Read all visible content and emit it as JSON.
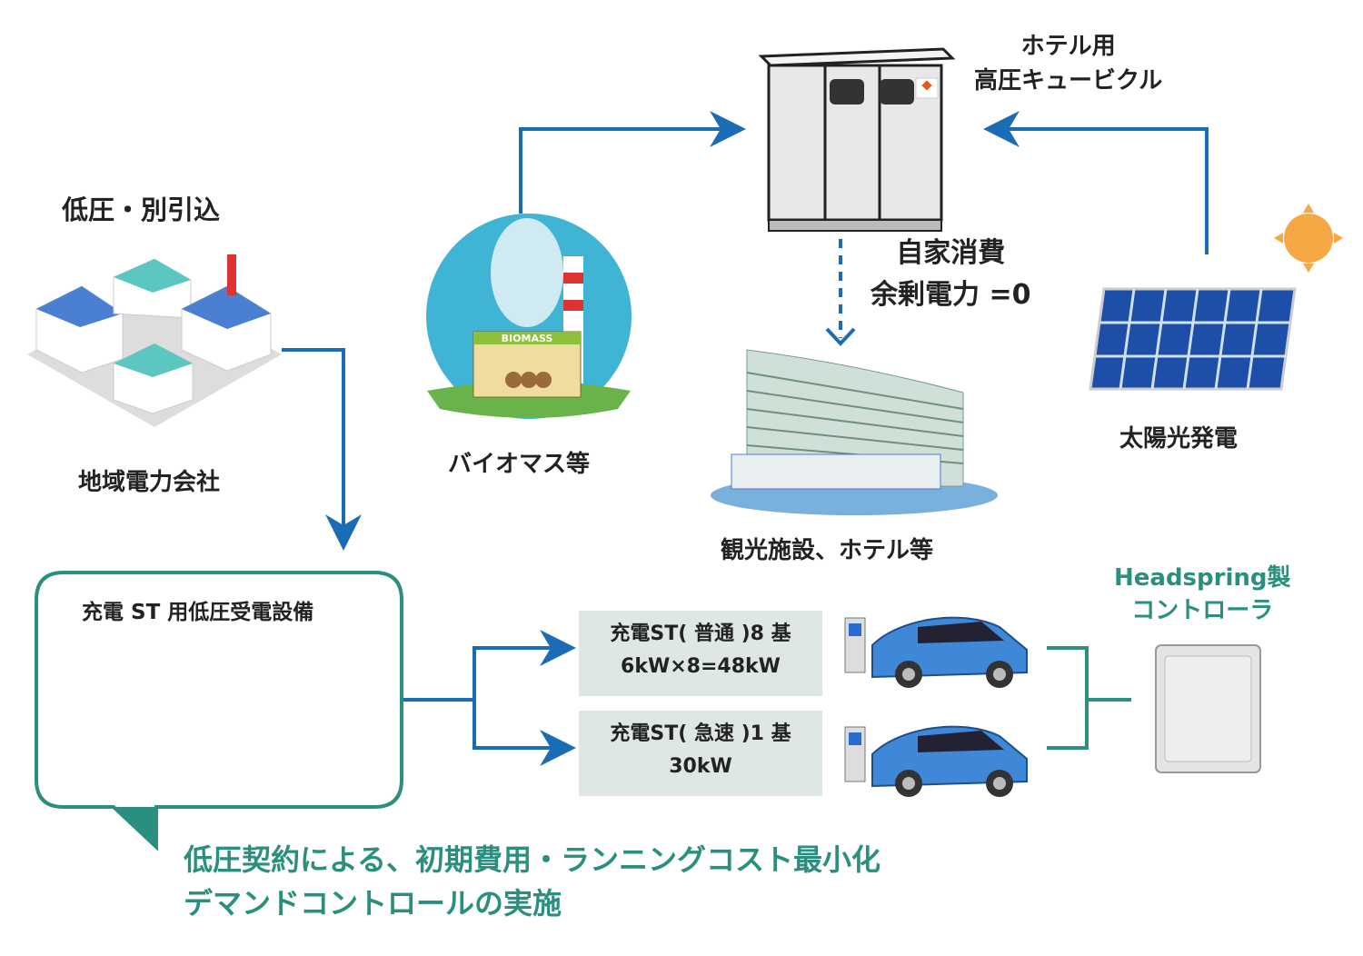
{
  "labels": {
    "hotel_cubicle": [
      "ホテル用",
      "高圧キュービクル"
    ],
    "low_voltage_separate": "低圧・別引込",
    "regional_power": "地域電力会社",
    "biomass": "バイオマス等",
    "biomass_sign": "BIOMASS",
    "self_consumption": [
      "自家消費",
      "余剰電力 =0"
    ],
    "tourism_hotel": "観光施設、ホテル等",
    "solar": "太陽光発電",
    "controller": [
      "Headspring製",
      "コントローラ"
    ],
    "charging_equipment": "充電 ST 用低圧受電設備",
    "normal_station": [
      "充電ST( 普通 )8 基",
      "6kW×8=48kW"
    ],
    "fast_station": [
      "充電ST( 急速 )1 基",
      "30kW"
    ],
    "footer": [
      "低圧契約による、初期費用・ランニングコスト最小化",
      "デマンドコントロールの実施"
    ]
  },
  "colors": {
    "arrow": "#1a6db4",
    "teal": "#2a8f7e",
    "box": "#dfe7e3"
  },
  "icons": [
    "cubicle-icon",
    "solar-panel-icon",
    "sun-icon",
    "biomass-plant-icon",
    "town-icon",
    "hotel-building-icon",
    "ev-charger-icon",
    "ev-car-icon",
    "controller-box-icon"
  ]
}
